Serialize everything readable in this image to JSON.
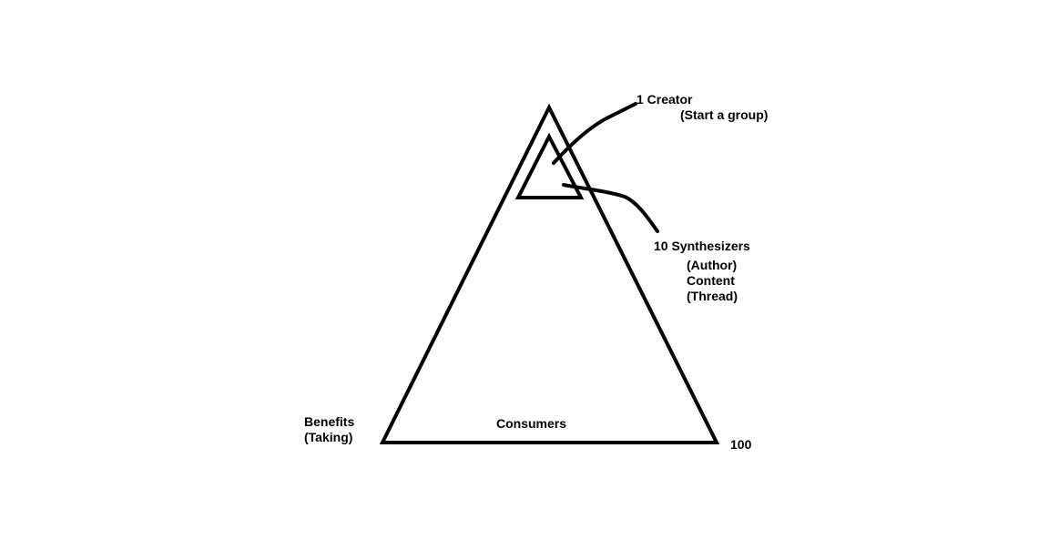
{
  "labels": {
    "creator": "1 Creator",
    "creator_sub": "(Start a group)",
    "synthesizers": "10 Synthesizers",
    "synth_line1": "(Author)",
    "synth_line2": "Content",
    "synth_line3": "(Thread)",
    "benefits": "Benefits",
    "taking": "(Taking)",
    "consumers": "Consumers",
    "count_100": "100"
  },
  "colors": {
    "background": "#ffffff",
    "ink": "#000000"
  }
}
